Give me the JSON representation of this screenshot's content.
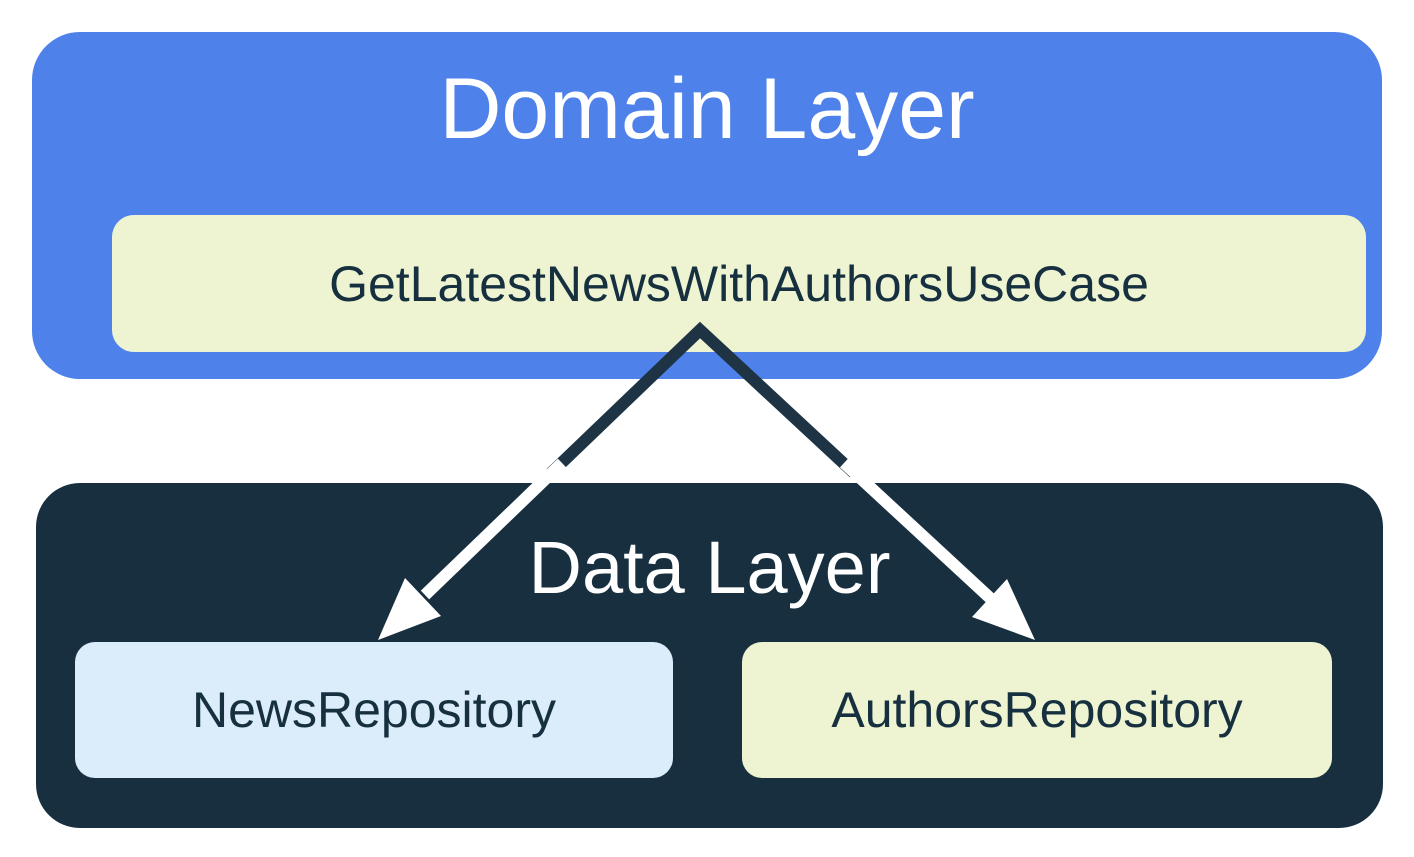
{
  "diagram": {
    "domain_layer": {
      "title": "Domain Layer",
      "use_case_label": "GetLatestNewsWithAuthorsUseCase"
    },
    "data_layer": {
      "title": "Data Layer",
      "repositories": [
        {
          "label": "NewsRepository"
        },
        {
          "label": "AuthorsRepository"
        }
      ]
    },
    "relationships": [
      {
        "from": "GetLatestNewsWithAuthorsUseCase",
        "to": "NewsRepository",
        "type": "dependency-arrow"
      },
      {
        "from": "GetLatestNewsWithAuthorsUseCase",
        "to": "AuthorsRepository",
        "type": "dependency-arrow"
      }
    ]
  },
  "colors": {
    "domain-blue": "#4E82EA",
    "pale-lime": "#EEF4D2",
    "dark-navy": "#172F3F",
    "pale-blue": "#DBECFB",
    "text-navy": "#17303F",
    "title-white": "#FFFFFF",
    "arrow-dark": "#1E3343",
    "arrow-white": "#FFFFFF"
  }
}
